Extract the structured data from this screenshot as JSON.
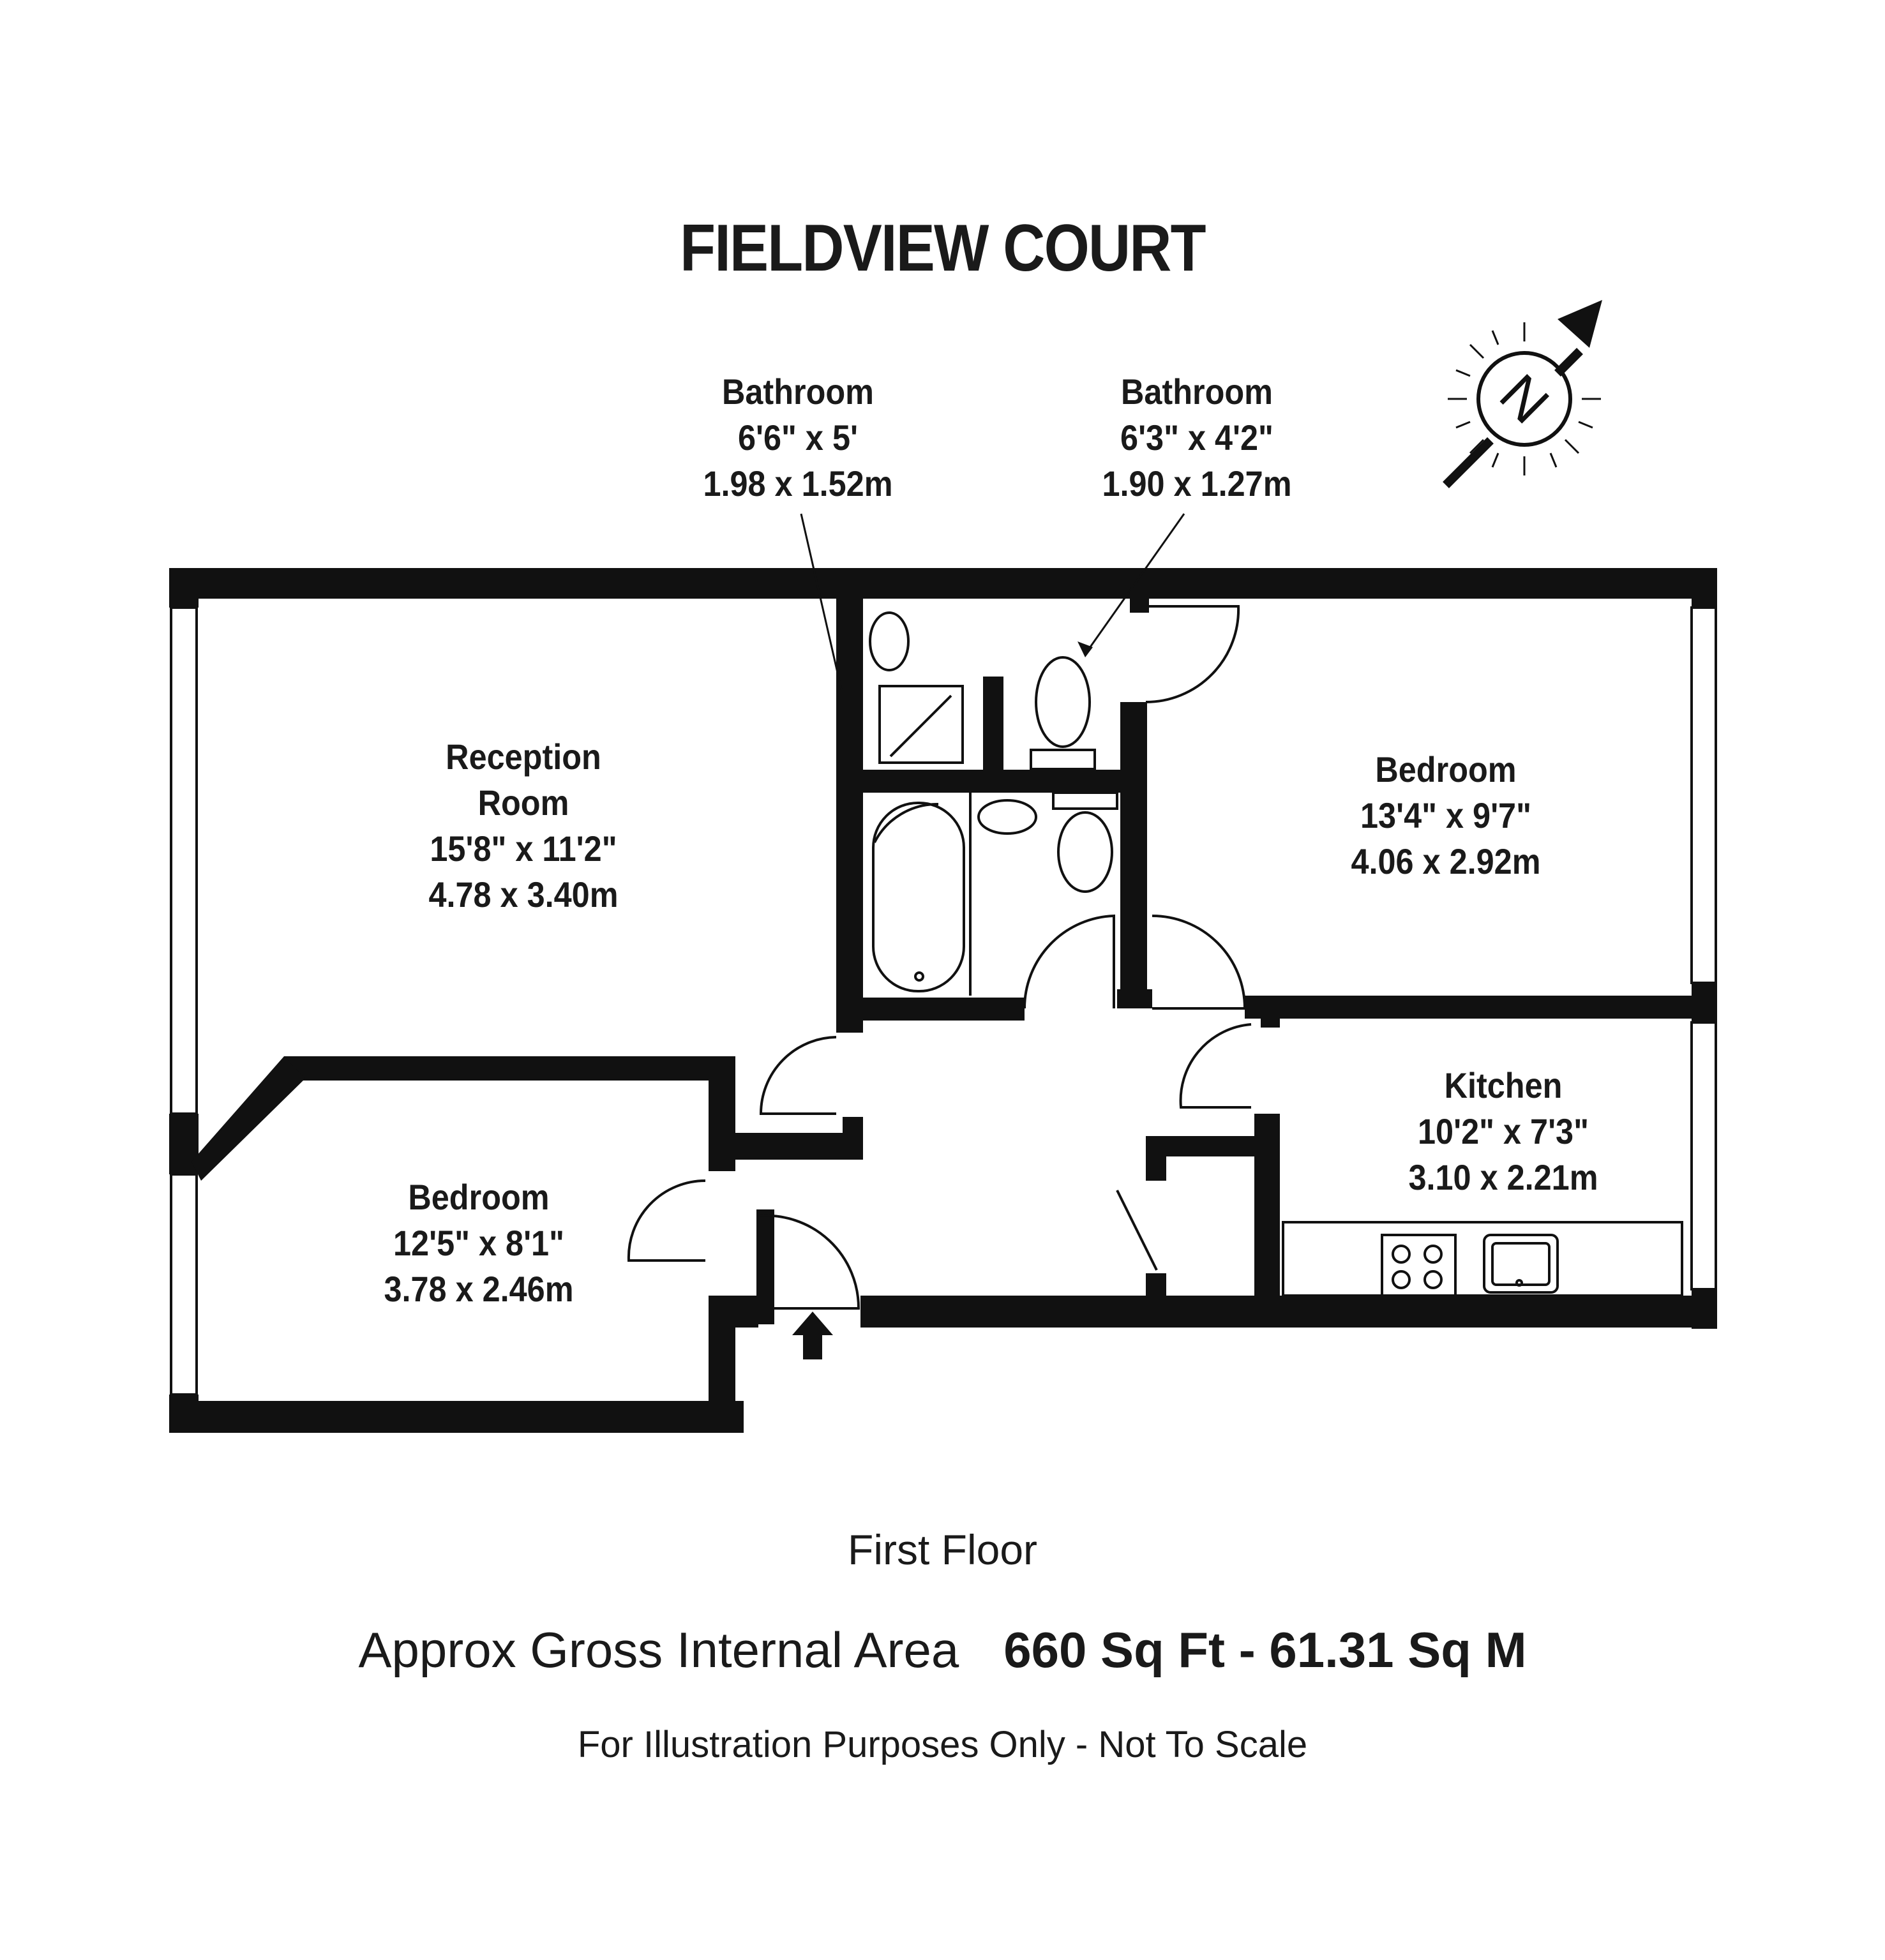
{
  "title": "FIELDVIEW COURT",
  "floor_label": "First Floor",
  "area": {
    "label": "Approx Gross Internal Area",
    "sq_ft": "660 Sq Ft",
    "separator": " - ",
    "sq_m": "61.31 Sq M"
  },
  "disclaimer": "For Illustration Purposes Only - Not To Scale",
  "compass": {
    "letter": "N"
  },
  "rooms": {
    "bathroom_1": {
      "name": "Bathroom",
      "imperial": "6'6\" x 5'",
      "metric": "1.98 x 1.52m"
    },
    "bathroom_2": {
      "name": "Bathroom",
      "imperial": "6'3\" x 4'2\"",
      "metric": "1.90 x 1.27m"
    },
    "reception": {
      "name_line1": "Reception",
      "name_line2": "Room",
      "imperial": "15'8\" x 11'2\"",
      "metric": "4.78 x 3.40m"
    },
    "bedroom_1": {
      "name": "Bedroom",
      "imperial": "13'4\" x 9'7\"",
      "metric": "4.06 x 2.92m"
    },
    "kitchen": {
      "name": "Kitchen",
      "imperial": "10'2\" x 7'3\"",
      "metric": "3.10 x 2.21m"
    },
    "bedroom_2": {
      "name": "Bedroom",
      "imperial": "12'5\" x 8'1\"",
      "metric": "3.78 x 2.46m"
    }
  },
  "colors": {
    "wall": "#111111",
    "text": "#1a1a1a",
    "background": "#ffffff"
  }
}
